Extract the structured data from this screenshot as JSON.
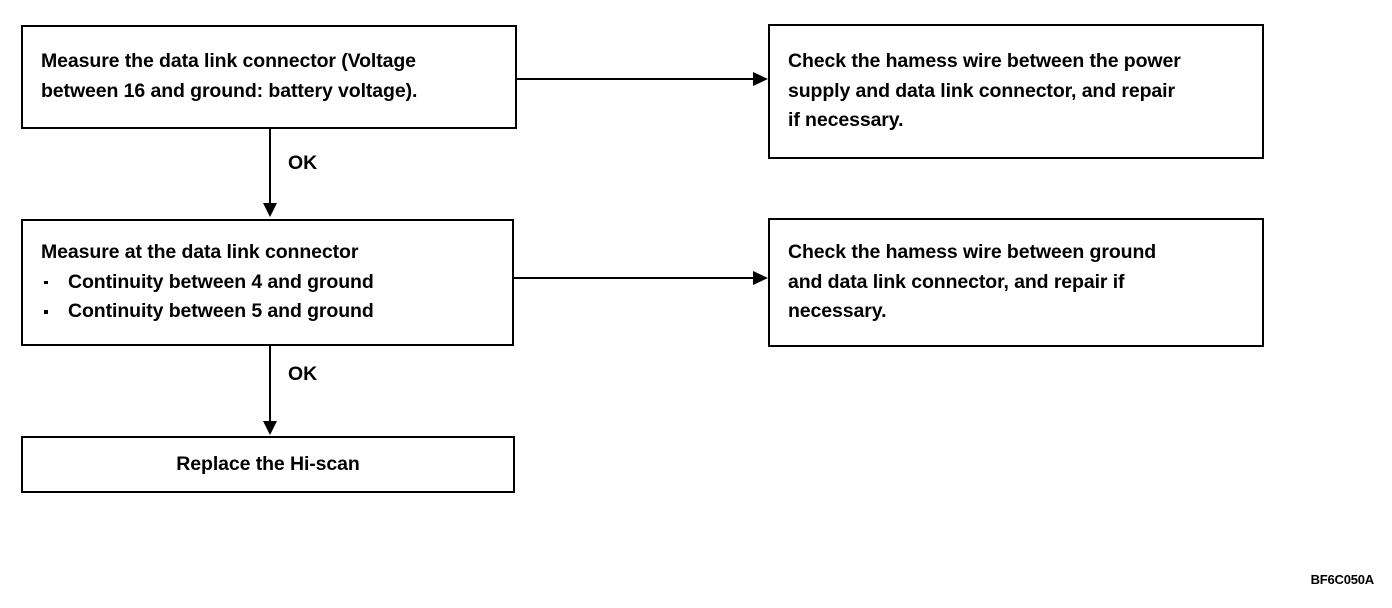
{
  "diagram": {
    "type": "troubleshooting-flowchart",
    "figure_code": "BF6C050A",
    "background_color": "#ffffff",
    "line_color": "#000000",
    "boxes": {
      "measure_voltage": {
        "text": "Measure the data link connector (Voltage\nbetween 16 and ground: battery voltage)."
      },
      "measure_continuity": {
        "heading": "Measure at the data link connector",
        "bullets": [
          "Continuity between 4 and ground",
          "Continuity between 5 and ground"
        ]
      },
      "replace_hiscan": {
        "text": "Replace the Hi-scan"
      },
      "check_power_harness": {
        "text": "Check the hamess wire between the power\nsupply and data link connector, and repair\nif necessary."
      },
      "check_ground_harness": {
        "text": "Check the hamess wire between ground\nand data link connector, and repair if\nnecessary."
      }
    },
    "connectors": {
      "ok_label_1": "OK",
      "ok_label_2": "OK"
    }
  }
}
